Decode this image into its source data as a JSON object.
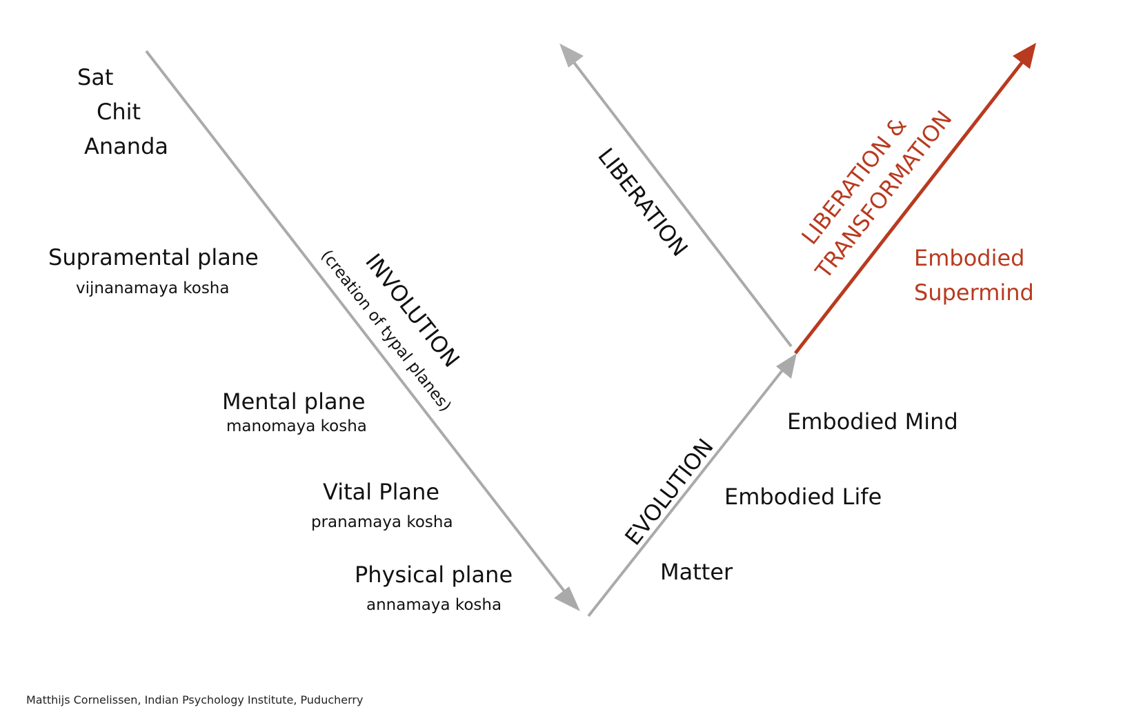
{
  "colors": {
    "grey_arrow": "#aaaaaa",
    "red_arrow": "#b83a1f",
    "text": "#111111",
    "red_text": "#b83a1f"
  },
  "involution": {
    "sat": "Sat",
    "chit": "Chit",
    "ananda": "Ananda",
    "supramental_title": "Supramental plane",
    "supramental_sub": "vijnanamaya kosha",
    "mental_title": "Mental plane",
    "mental_sub": "manomaya kosha",
    "vital_title": "Vital Plane",
    "vital_sub": "pranamaya kosha",
    "physical_title": "Physical plane",
    "physical_sub": "annamaya kosha",
    "arrow_label": "INVOLUTION",
    "arrow_sublabel": "(creation of typal planes)"
  },
  "evolution": {
    "arrow_label": "EVOLUTION",
    "matter": "Matter",
    "life": "Embodied Life",
    "mind": "Embodied Mind"
  },
  "liberation": {
    "arrow_label": "LIBERATION"
  },
  "transformation": {
    "arrow_label_line1": "LIBERATION &",
    "arrow_label_line2": "TRANSFORMATION",
    "supermind_line1": "Embodied",
    "supermind_line2": "Supermind"
  },
  "footer": {
    "credit": "Matthijs Cornelissen, Indian Psychology Institute, Puducherry"
  }
}
